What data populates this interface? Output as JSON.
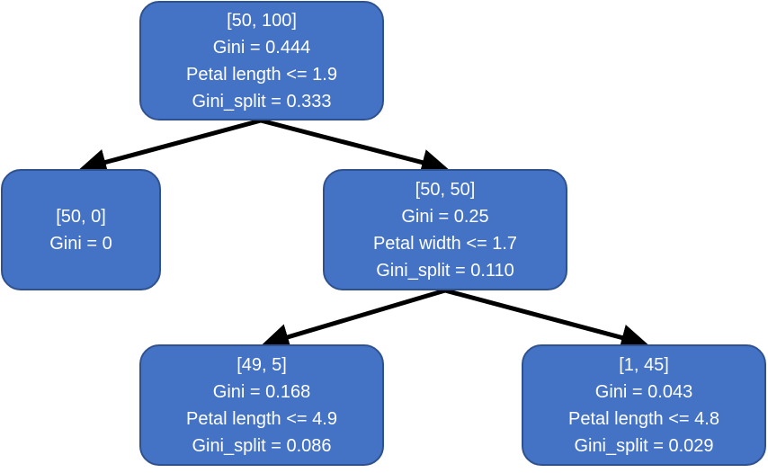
{
  "tree": {
    "root": {
      "samples": "[50, 100]",
      "gini": "Gini = 0.444",
      "rule": "Petal length <= 1.9",
      "gini_split": "Gini_split = 0.333"
    },
    "left": {
      "samples": "[50, 0]",
      "gini": "Gini = 0"
    },
    "right": {
      "samples": "[50, 50]",
      "gini": "Gini = 0.25",
      "rule": "Petal width <= 1.7",
      "gini_split": "Gini_split = 0.110"
    },
    "right_left": {
      "samples": "[49, 5]",
      "gini": "Gini = 0.168",
      "rule": "Petal length <= 4.9",
      "gini_split": "Gini_split = 0.086"
    },
    "right_right": {
      "samples": "[1, 45]",
      "gini": "Gini = 0.043",
      "rule": "Petal length <= 4.8",
      "gini_split": "Gini_split = 0.029"
    }
  },
  "colors": {
    "node_fill": "#4472c4",
    "node_border": "#2f528f",
    "node_text": "#ffffff",
    "edge": "#000000"
  }
}
